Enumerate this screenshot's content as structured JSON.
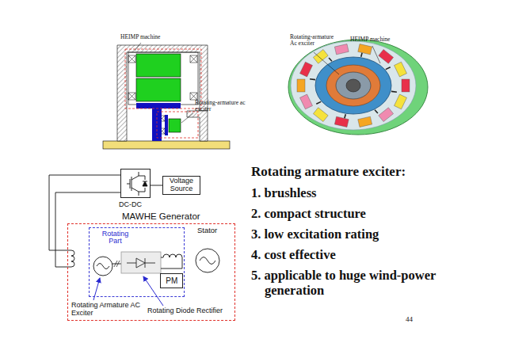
{
  "diagram": {
    "nodes": [
      {
        "text": [
          "DC-DC"
        ]
      },
      {
        "text": [
          "Voltage Source"
        ]
      },
      {
        "text": [
          "MAWHE Generator"
        ]
      },
      {
        "text": [
          "Rotating Part"
        ],
        "in": 2
      },
      {
        "text": [
          "PM"
        ],
        "in": 3
      },
      {
        "text": [
          "Stator"
        ],
        "in": 2
      }
    ],
    "edges": [
      {
        "from": 0,
        "to": 1,
        "arrow": "none"
      }
    ],
    "labels": [
      "HEIMP machine",
      "Rotating-armature ac exciter",
      "Rotating-armature Ac exciter",
      "HEIMP machine",
      "Rotating Armature AC Exciter",
      "Rotating Diode Rectifier",
      "Rotating armature exciter:",
      "1. brushless",
      "2. compact structure",
      "3. low excitation rating",
      "4. cost effective",
      "5. applicable to huge wind-power generation",
      "44"
    ]
  }
}
